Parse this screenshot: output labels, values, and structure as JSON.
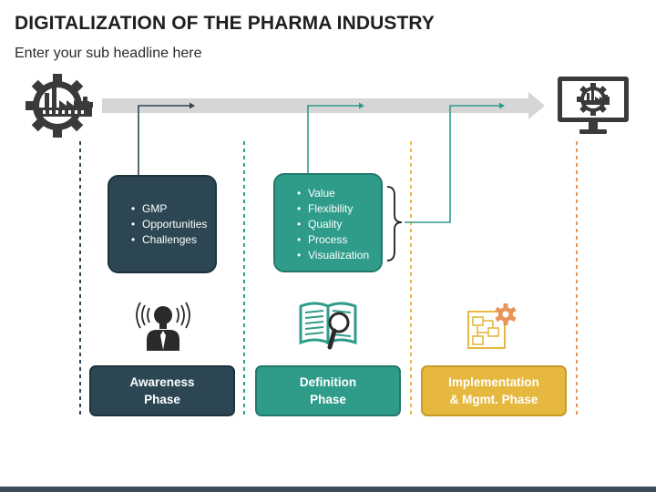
{
  "header": {
    "title": "DIGITALIZATION OF THE PHARMA INDUSTRY",
    "subtitle": "Enter your sub headline here"
  },
  "boxes": [
    {
      "items": [
        "GMP",
        "Opportunities",
        "Challenges"
      ]
    },
    {
      "items": [
        "Value",
        "Flexibility",
        "Quality",
        "Process",
        "Visualization"
      ]
    }
  ],
  "phases": [
    {
      "label": "Awareness\nPhase",
      "color": "#2c4753"
    },
    {
      "label": "Definition\nPhase",
      "color": "#2f9c8a"
    },
    {
      "label": "Implementation\n& Mgmt. Phase",
      "color": "#e6b83f"
    }
  ],
  "icons": {
    "start": "factory-gear-icon",
    "end": "monitor-factory-icon",
    "awareness": "lightbulb-person-icon",
    "definition": "book-magnifier-icon",
    "implementation": "flowchart-gear-icon"
  },
  "colors": {
    "dark": "#2c4753",
    "teal": "#2f9c8a",
    "yellow": "#e6b83f",
    "orange": "#e8955a",
    "arrow": "#d4d4d4"
  }
}
